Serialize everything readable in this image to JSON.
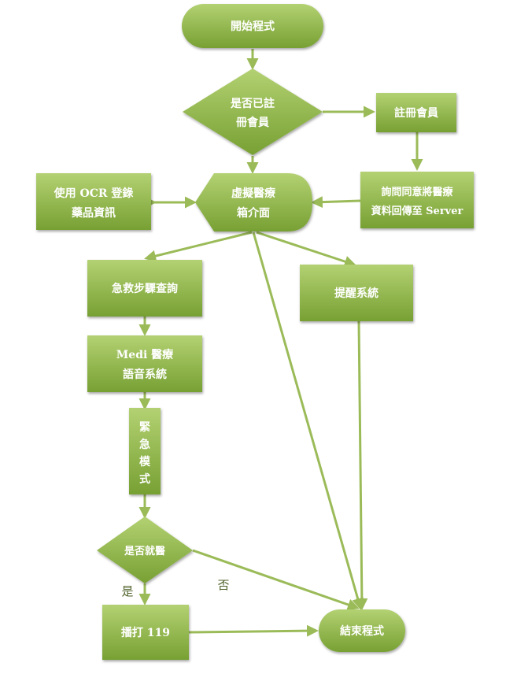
{
  "colors": {
    "node_fill_top": "#a9c96a",
    "node_fill_bottom": "#7fa33b",
    "edge": "#9bbb59",
    "edge_label": "#4f6228"
  },
  "nodes": {
    "start": "開始程式",
    "registered_q": [
      "是否已註",
      "冊會員"
    ],
    "register": "註冊會員",
    "consent": [
      "詢問同意將醫療",
      "資料回傳至 Server"
    ],
    "interface": [
      "虛擬醫療",
      "箱介面"
    ],
    "ocr": [
      "使用 OCR 登錄",
      "藥品資訊"
    ],
    "first_aid": "急救步驟查詢",
    "reminder": "提醒系統",
    "medi_voice": [
      "Medi 醫療",
      "語音系統"
    ],
    "emergency": [
      "緊",
      "急",
      "模",
      "式"
    ],
    "seek_care_q": "是否就醫",
    "call_119": "播打 119",
    "end": "結束程式"
  },
  "edge_labels": {
    "yes": "是",
    "no": "否"
  }
}
